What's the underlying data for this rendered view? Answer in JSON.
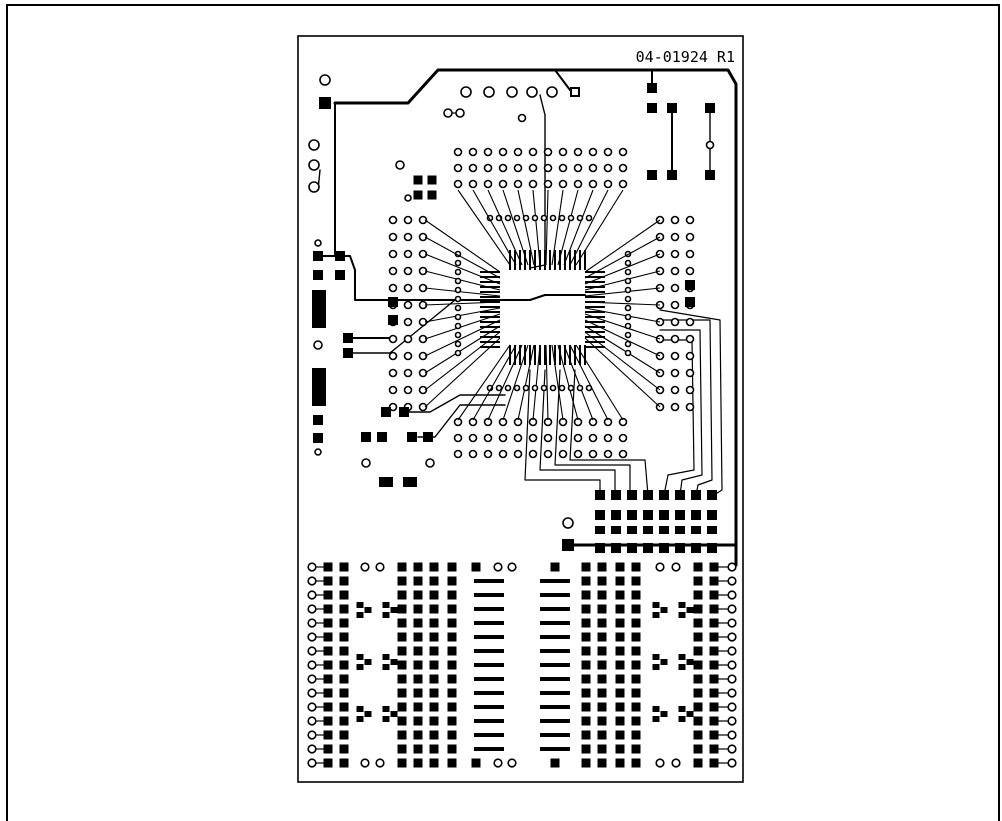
{
  "figure": {
    "board_label": "04-01924 R1"
  },
  "colors": {
    "ink": "#000000",
    "board": "#ffffff"
  },
  "parts": {
    "mcu_pins_per_side": 16,
    "bottom_connector_rows": 15,
    "top_header_pads": 6,
    "left_header_pads": 4
  }
}
